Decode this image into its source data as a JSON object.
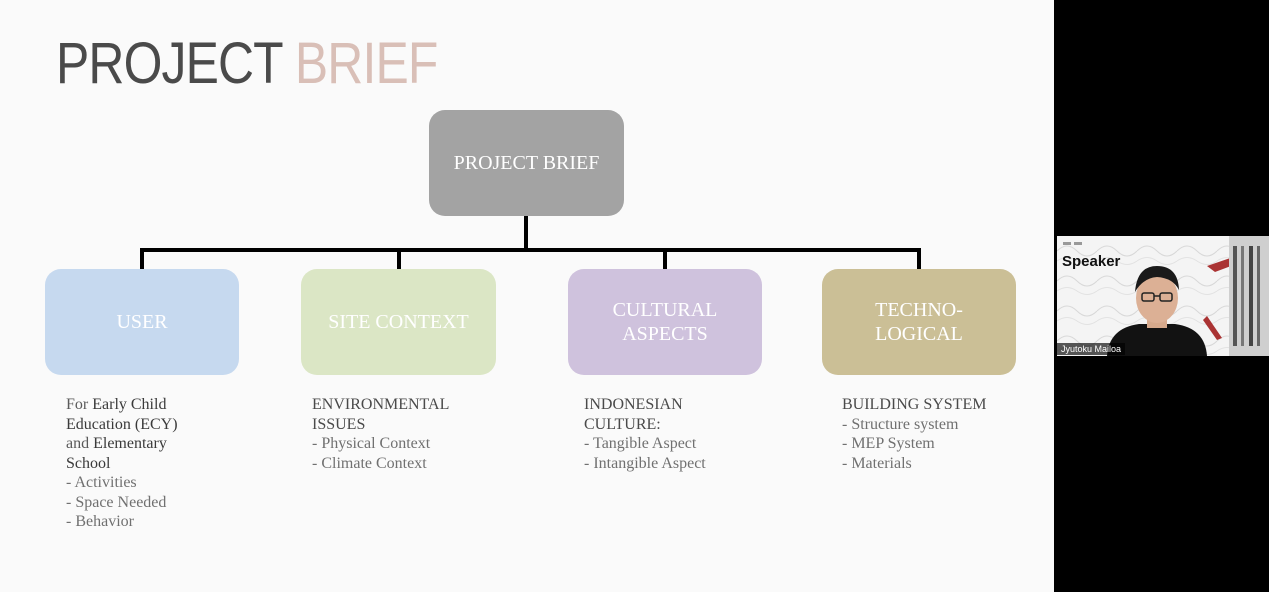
{
  "slide": {
    "title_part1": "PROJECT",
    "title_part2": "BRIEF",
    "root_box": "PROJECT BRIEF",
    "boxes": [
      {
        "label_line1": "USER",
        "label_line2": ""
      },
      {
        "label_line1": "SITE CONTEXT",
        "label_line2": ""
      },
      {
        "label_line1": "CULTURAL",
        "label_line2": "ASPECTS"
      },
      {
        "label_line1": "TECHNO-",
        "label_line2": "LOGICAL"
      }
    ],
    "user_desc": {
      "l1a": "For ",
      "l1b": "Early Child",
      "l2": "Education (ECY)",
      "l3a": "and ",
      "l3b": "Elementary",
      "l4": "School",
      "items": [
        "- Activities",
        "- Space Needed",
        "- Behavior"
      ]
    },
    "site_desc": {
      "head1": "ENVIRONMENTAL",
      "head2": "ISSUES",
      "items": [
        "- Physical Context",
        "- Climate Context"
      ]
    },
    "culture_desc": {
      "head1": "INDONESIAN",
      "head2": "CULTURE:",
      "items": [
        "- Tangible Aspect",
        "- Intangible Aspect"
      ]
    },
    "tech_desc": {
      "head1": "BUILDING SYSTEM",
      "items": [
        "- Structure system",
        "- MEP System",
        "- Materials"
      ]
    }
  },
  "video_tile": {
    "label": "Speaker",
    "participant_name": "Jyutoku Mailoa"
  },
  "colors": {
    "title_dark": "#4a4a4a",
    "title_accent": "#d9bfb7",
    "root": "#a3a3a3",
    "user": "#c6d9ef",
    "site": "#dbe6c5",
    "culture": "#cfc2dd",
    "tech": "#cbbf96"
  }
}
